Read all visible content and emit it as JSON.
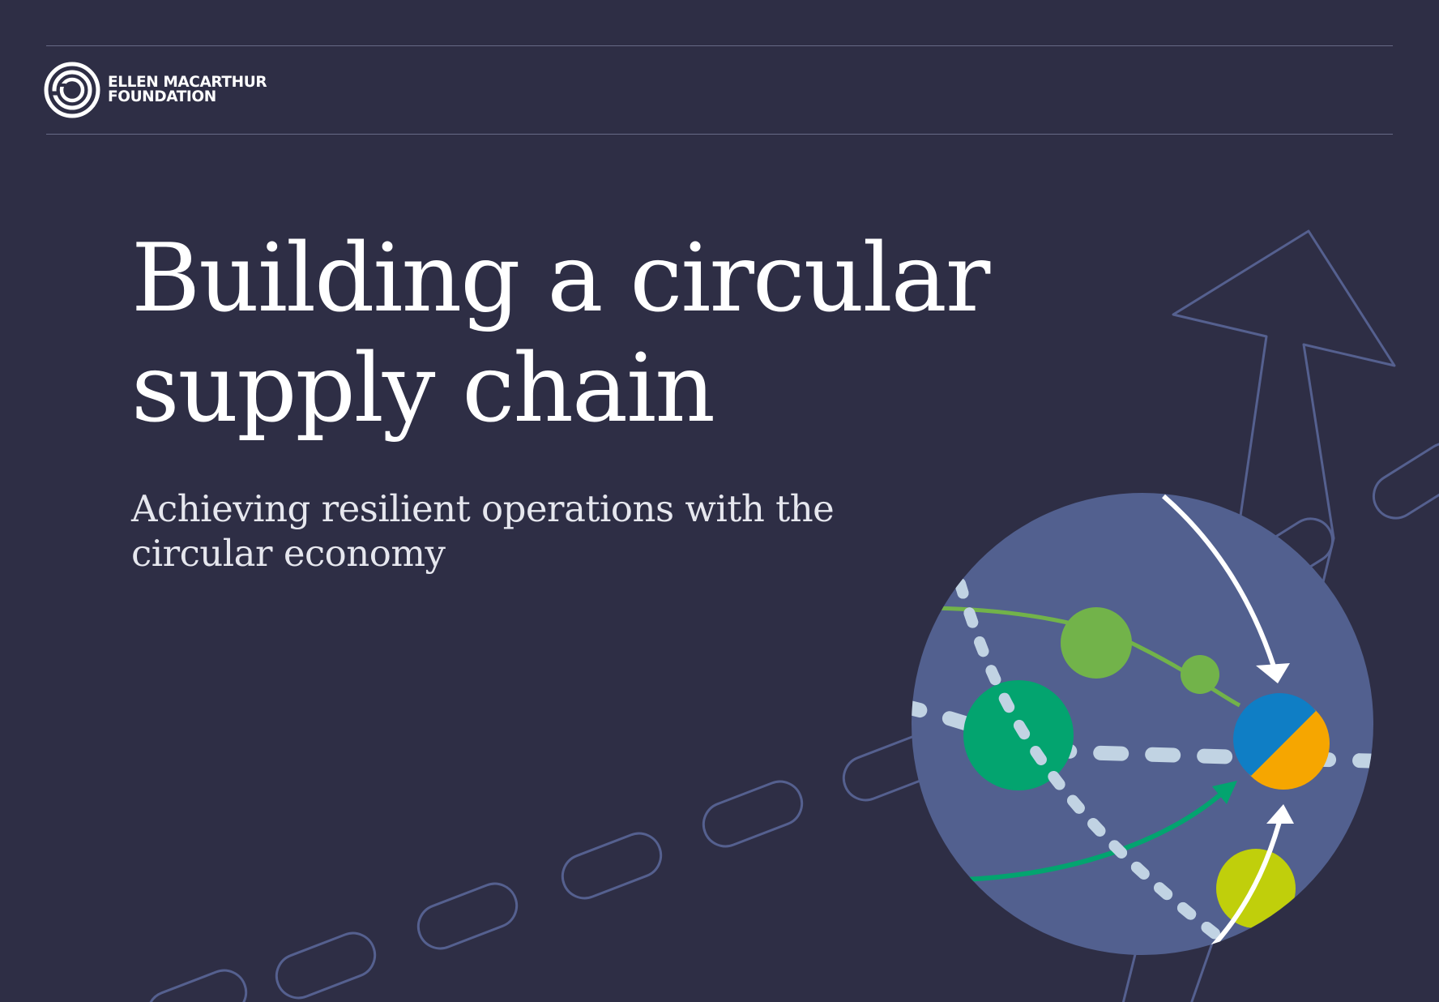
{
  "brand": {
    "name_line1": "ELLEN MACARTHUR",
    "name_line2": "FOUNDATION"
  },
  "cover": {
    "title_line1": "Building a circular",
    "title_line2": "supply chain",
    "subtitle_line1": "Achieving resilient operations with the",
    "subtitle_line2": "circular economy"
  },
  "colors": {
    "background": "#2e2e45",
    "outline_blue": "#55608f",
    "globe": "#52608f",
    "green": "#72b34a",
    "teal_green": "#03a46f",
    "blue": "#0f7ec5",
    "orange": "#f6a600",
    "lime": "#c0cf0b",
    "dash": "#c1d3e3"
  },
  "icons": {
    "logo": "ellen-macarthur-foundation-logo-icon",
    "arrow": "up-arrow-icon"
  }
}
